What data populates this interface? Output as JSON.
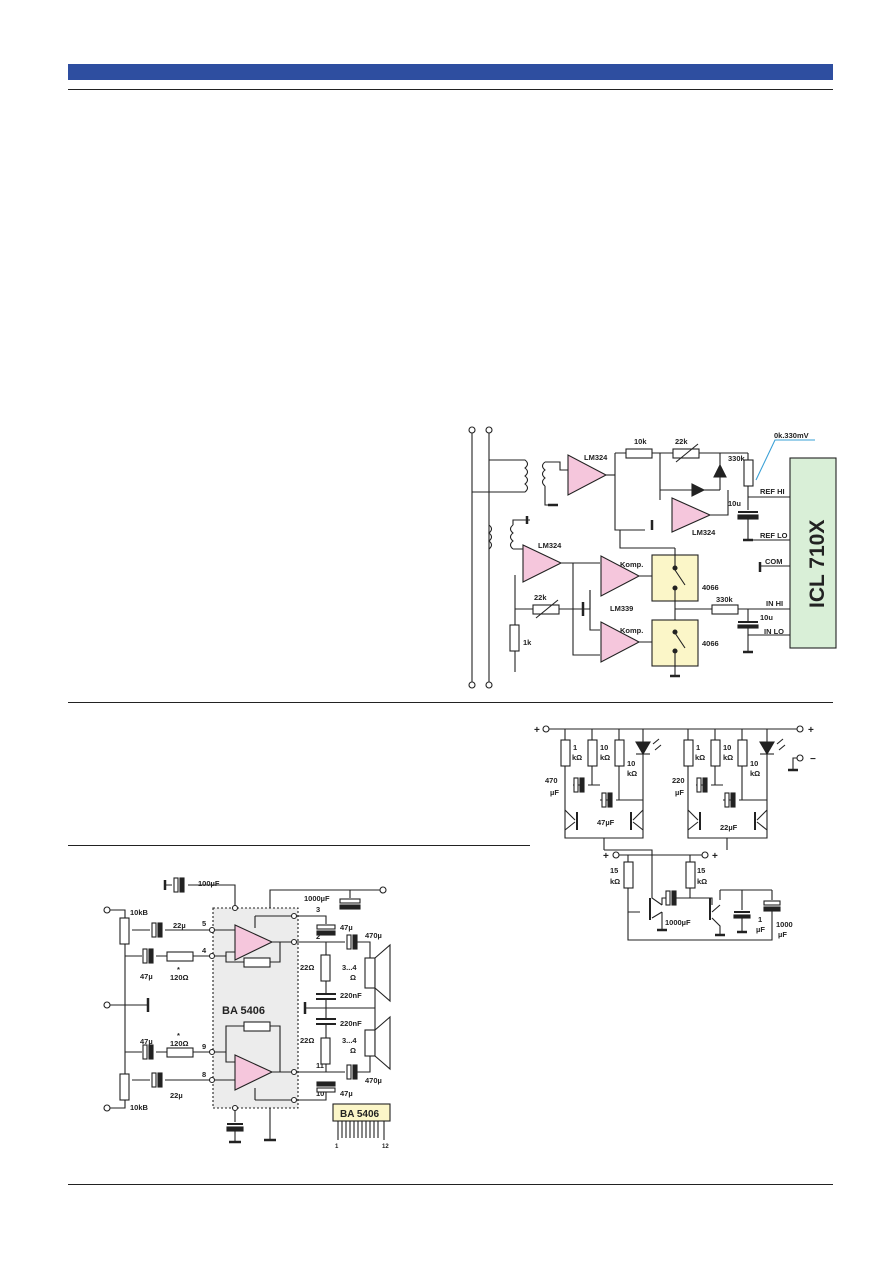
{
  "colors": {
    "header": "#2e4ea0",
    "opamp": "#f5c6dc",
    "switchbox": "#fbf6c8",
    "icl": "#d9efd7",
    "chipgrey": "#ececec",
    "rule": "#222222",
    "annotation": "#3aa0d6"
  },
  "circuit1": {
    "chip": "ICL 710X",
    "pins": {
      "refhi": "REF HI",
      "reflo": "REF LO",
      "com": "COM",
      "inhi": "IN HI",
      "inlo": "IN LO"
    },
    "annotation": "0k.330mV",
    "opamp_top": "LM324",
    "opamp_mid": "LM324",
    "opamp_left": "LM324",
    "comparator_chip": "LM339",
    "komp1": "Komp.",
    "komp2": "Komp.",
    "switch1": "4066",
    "switch2": "4066",
    "r_10k": "10k",
    "r_22k_top": "22k",
    "r_330k_top": "330k",
    "c_10u_top": "10u",
    "r_22k_low": "22k",
    "r_1k": "1k",
    "r_330k_low": "330k",
    "c_10u_low": "10u"
  },
  "circuit2": {
    "plus_left": "+",
    "plus_right": "+",
    "minus": "−",
    "r_1k_a": [
      "1",
      "kΩ"
    ],
    "r_10k_a": [
      "10",
      "kΩ"
    ],
    "r_10k_b": [
      "10",
      "kΩ"
    ],
    "r_1k_b": [
      "1",
      "kΩ"
    ],
    "r_10k_c": [
      "10",
      "kΩ"
    ],
    "r_10k_d": [
      "10",
      "kΩ"
    ],
    "c_470": [
      "470",
      "µF"
    ],
    "c_47": "47µF",
    "c_220": [
      "220",
      "µF"
    ],
    "c_22": "22µF",
    "plus_low_left": "+",
    "plus_low_right": "+",
    "r_15k_a": [
      "15",
      "kΩ"
    ],
    "r_15k_b": [
      "15",
      "kΩ"
    ],
    "c_1000_mid": "1000µF",
    "c_1u": [
      "1",
      "µF"
    ],
    "c_1000_right": [
      "1000",
      "µF"
    ]
  },
  "circuit3": {
    "chip": "BA 5406",
    "chip_label": "BA 5406",
    "pin_first": "1",
    "pin_last": "12",
    "c_100": "100µF",
    "c_1000": "1000µF",
    "pot_top": "10kB",
    "pot_bottom": "10kB",
    "c_22_top": "22µ",
    "c_47_top": "47µ",
    "r_120_top": "120Ω",
    "star_top": "*",
    "c_47_bottom": "47µ",
    "r_120_bottom": "120Ω",
    "star_bottom": "*",
    "c_22_bottom": "22µ",
    "pin_3": "3",
    "pin_5": "5",
    "pin_4": "4",
    "pin_2": "2",
    "pin_9": "9",
    "pin_8": "8",
    "pin_11": "11",
    "pin_10": "10",
    "c_47_out_top": "47µ",
    "c_470_top": "470µ",
    "r_22_top": "22Ω",
    "spk_top": [
      "3...4",
      "Ω"
    ],
    "c_220n_top": "220nF",
    "c_220n_bottom": "220nF",
    "r_22_bottom": "22Ω",
    "spk_bottom": [
      "3...4",
      "Ω"
    ],
    "c_47_out_bottom": "47µ",
    "c_470_bottom": "470µ"
  }
}
